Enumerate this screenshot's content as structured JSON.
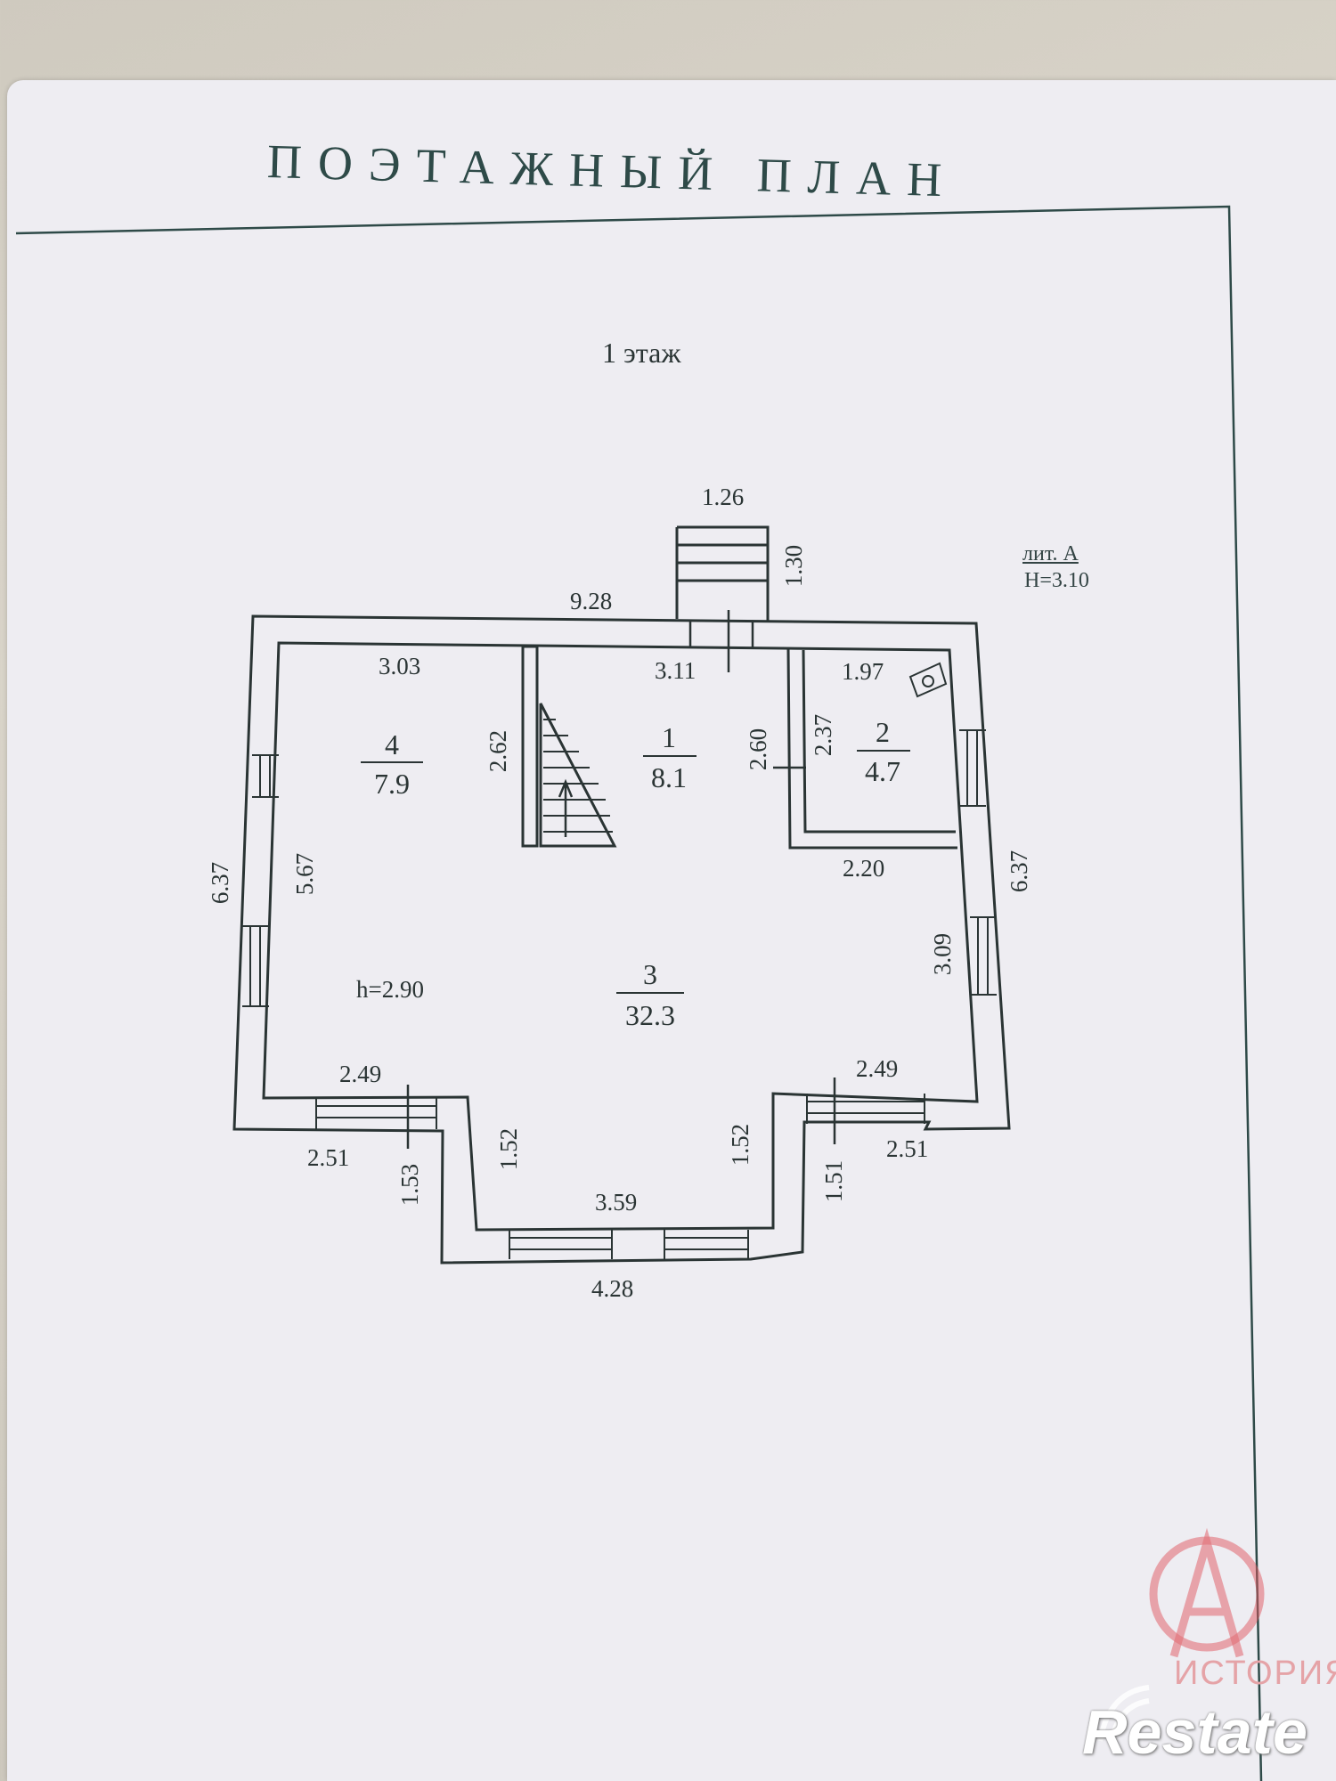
{
  "header": {
    "title": "ПОЭТАЖНЫЙ ПЛАН"
  },
  "floor": {
    "label": "1 этаж"
  },
  "building": {
    "lit": "лит. А",
    "height": "H=3.10"
  },
  "interior_height": "h=2.90",
  "rooms": [
    {
      "number": "1",
      "area": "8.1"
    },
    {
      "number": "2",
      "area": "4.7"
    },
    {
      "number": "3",
      "area": "32.3"
    },
    {
      "number": "4",
      "area": "7.9"
    }
  ],
  "dimensions": {
    "porch_width": "1.26",
    "porch_depth": "1.30",
    "total_width": "9.28",
    "room4_width": "3.03",
    "room1_width": "3.11",
    "room2_width": "1.97",
    "room4_height": "2.62",
    "room1_height": "2.60",
    "room2_height": "2.37",
    "room2_bottom": "2.20",
    "left_outer": "6.37",
    "left_inner": "5.67",
    "right_outer": "6.37",
    "right_inner": "3.09",
    "left_step_inner": "2.49",
    "left_step_outer": "2.51",
    "right_step_inner": "2.49",
    "right_step_outer": "2.51",
    "left_bay_outer": "1.53",
    "left_bay_inner": "1.52",
    "right_bay_inner": "1.52",
    "right_bay_outer": "1.51",
    "bay_inner_width": "3.59",
    "bay_outer_width": "4.28"
  },
  "watermark": {
    "line1": "ИСТОРИЯ",
    "line2": "Restate"
  },
  "colors": {
    "line": "#2a3434",
    "frame": "#2e4a48",
    "logo": "#e05a62"
  }
}
